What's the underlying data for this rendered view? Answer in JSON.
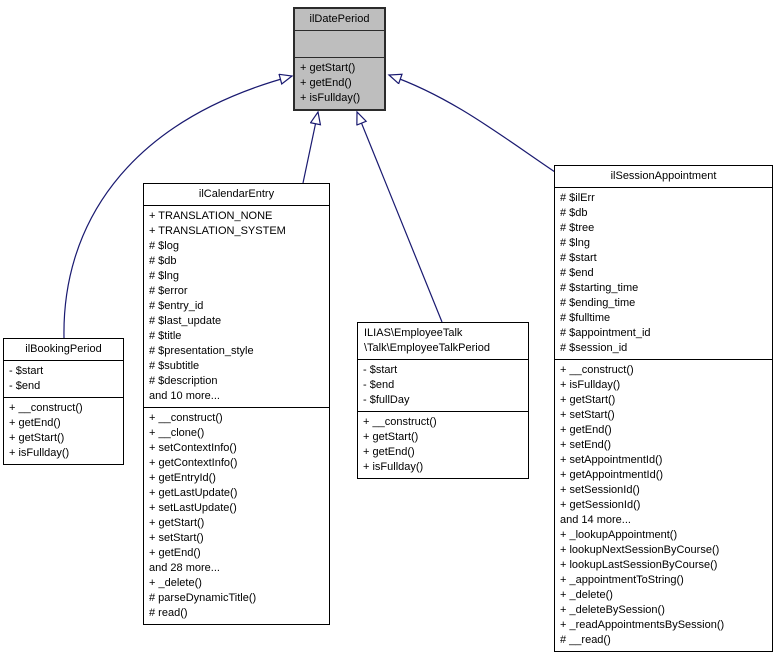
{
  "colors": {
    "arrow": "#191970",
    "highlight_fill": "#bebebe",
    "box_fill": "#ffffff",
    "border": "#000000",
    "arrowhead_fill": "#ffffff"
  },
  "classes": {
    "date_period": {
      "title": "ilDatePeriod",
      "attributes": [],
      "methods": [
        "+ getStart()",
        "+ getEnd()",
        "+ isFullday()"
      ]
    },
    "booking_period": {
      "title": "ilBookingPeriod",
      "attributes": [
        "- $start",
        "- $end"
      ],
      "methods": [
        "+ __construct()",
        "+ getEnd()",
        "+ getStart()",
        "+ isFullday()"
      ]
    },
    "calendar_entry": {
      "title": "ilCalendarEntry",
      "attributes": [
        "+ TRANSLATION_NONE",
        "+ TRANSLATION_SYSTEM",
        "# $log",
        "# $db",
        "# $lng",
        "# $error",
        "# $entry_id",
        "# $last_update",
        "# $title",
        "# $presentation_style",
        "# $subtitle",
        "# $description",
        "and 10 more..."
      ],
      "methods": [
        "+ __construct()",
        "+ __clone()",
        "+ setContextInfo()",
        "+ getContextInfo()",
        "+ getEntryId()",
        "+ getLastUpdate()",
        "+ setLastUpdate()",
        "+ getStart()",
        "+ setStart()",
        "+ getEnd()",
        "and 28 more...",
        "+ _delete()",
        "# parseDynamicTitle()",
        "# read()"
      ]
    },
    "employee_talk_period": {
      "title": "ILIAS\\EmployeeTalk\n\\Talk\\EmployeeTalkPeriod",
      "attributes": [
        "- $start",
        "- $end",
        "- $fullDay"
      ],
      "methods": [
        "+ __construct()",
        "+ getStart()",
        "+ getEnd()",
        "+ isFullday()"
      ]
    },
    "session_appointment": {
      "title": "ilSessionAppointment",
      "attributes": [
        "# $ilErr",
        "# $db",
        "# $tree",
        "# $lng",
        "# $start",
        "# $end",
        "# $starting_time",
        "# $ending_time",
        "# $fulltime",
        "# $appointment_id",
        "# $session_id"
      ],
      "methods": [
        "+ __construct()",
        "+ isFullday()",
        "+ getStart()",
        "+ setStart()",
        "+ getEnd()",
        "+ setEnd()",
        "+ setAppointmentId()",
        "+ getAppointmentId()",
        "+ setSessionId()",
        "+ getSessionId()",
        "and 14 more...",
        "+ _lookupAppointment()",
        "+ lookupNextSessionByCourse()",
        "+ lookupLastSessionByCourse()",
        "+ _appointmentToString()",
        "+ _delete()",
        "+ _deleteBySession()",
        "+ _readAppointmentsBySession()",
        "# __read()"
      ]
    }
  },
  "edges": [
    {
      "from": "ilBookingPeriod",
      "to": "ilDatePeriod",
      "type": "inheritance"
    },
    {
      "from": "ilCalendarEntry",
      "to": "ilDatePeriod",
      "type": "inheritance"
    },
    {
      "from": "ILIAS\\EmployeeTalk\\Talk\\EmployeeTalkPeriod",
      "to": "ilDatePeriod",
      "type": "inheritance"
    },
    {
      "from": "ilSessionAppointment",
      "to": "ilDatePeriod",
      "type": "inheritance"
    }
  ]
}
